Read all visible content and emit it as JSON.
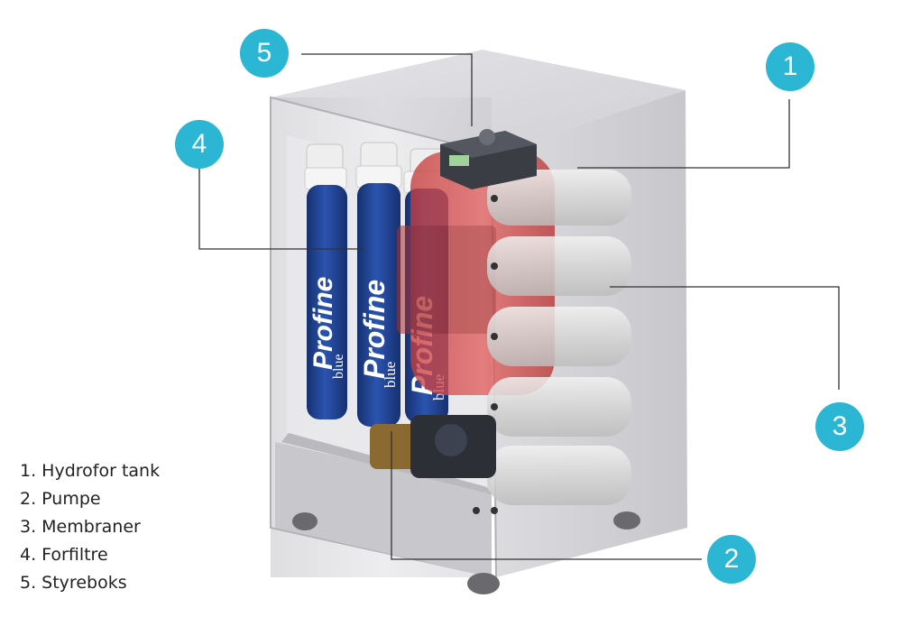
{
  "callouts": [
    {
      "number": "1"
    },
    {
      "number": "2"
    },
    {
      "number": "3"
    },
    {
      "number": "4"
    },
    {
      "number": "5"
    }
  ],
  "legend": [
    "1. Hydrofor tank",
    "2. Pumpe",
    "3. Membraner",
    "4. Forfiltre",
    "5. Styreboks"
  ],
  "filters": [
    {
      "brand": "Profine",
      "sub": "blue"
    },
    {
      "brand": "Profine",
      "sub": "blue"
    },
    {
      "brand": "Profine",
      "sub": "blue"
    }
  ],
  "colors": {
    "callout": "#2bb6d4",
    "leader_line": "#333333",
    "cabinet": "#cfcfd3",
    "filter_blue": "#1f3f8f",
    "tank_red": "#d84a4a",
    "membrane": "#d8d8d8"
  }
}
